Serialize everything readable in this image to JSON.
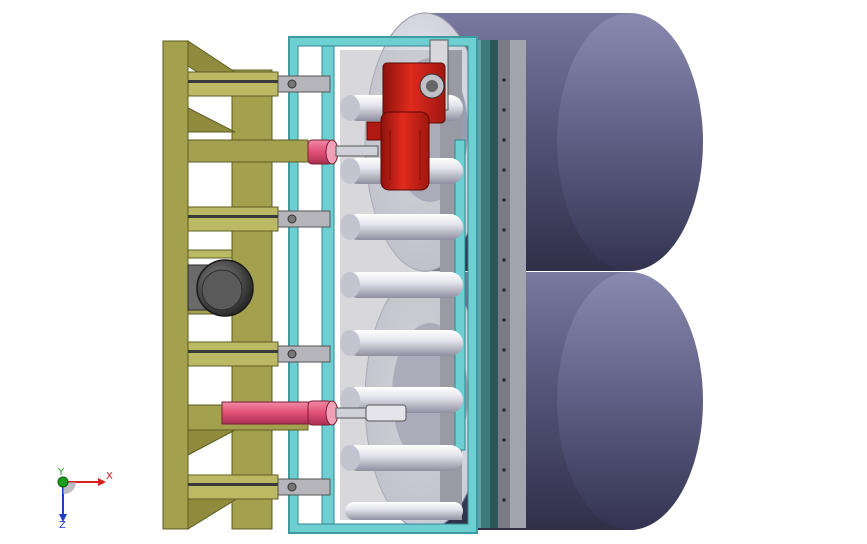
{
  "scene": {
    "colors": {
      "background": "#ffffff",
      "frame": "#a3a04e",
      "frame_dark": "#7f7c35",
      "frame_light": "#bcb964",
      "cage": "#6ecfd2",
      "cage_dark": "#3d9ea3",
      "roller": "#e6e6ee",
      "roller_shadow": "#8b8b99",
      "drum": "#5a5a78",
      "drum_dark": "#2e2e44",
      "motor_red": "#d8261c",
      "cylinder_pink": "#e45b7e",
      "rail": "#3f6e70",
      "plate": "#b4b4ba",
      "hub": "#4a4a4a"
    },
    "icons": [
      "motor-icon",
      "gearbox-icon",
      "drum-icon",
      "roller-icon",
      "hydraulic-cylinder-icon",
      "coordinate-triad-icon"
    ]
  },
  "triad": {
    "x_label": "X",
    "y_label": "Y",
    "z_label": "Z",
    "x_color": "#d81e1e",
    "y_color": "#18a018",
    "z_color": "#1e3cc8"
  }
}
